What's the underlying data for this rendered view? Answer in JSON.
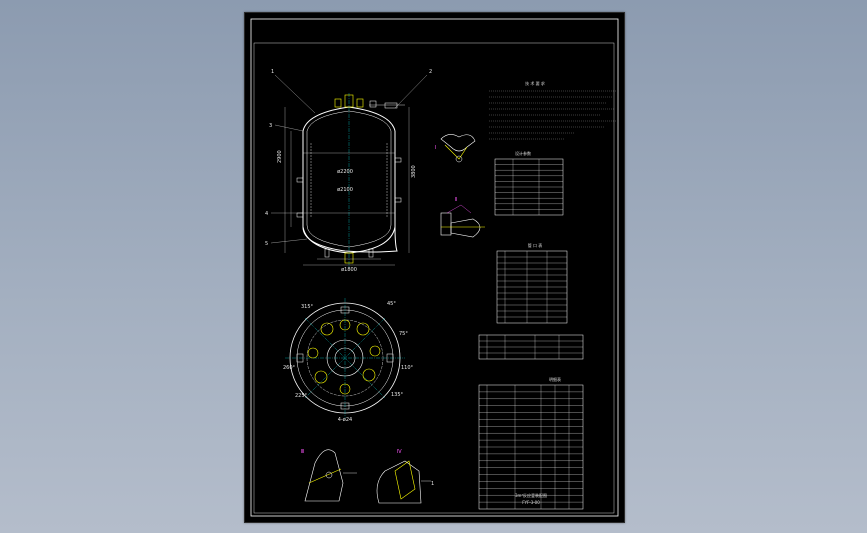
{
  "app": {
    "view_name": "CAD drawing preview",
    "colors": {
      "background_top": "#8c9bb0",
      "sheet": "#000000",
      "line": "#ffffff",
      "highlight": "#ffff00",
      "dimension": "#ff55ff",
      "center": "#00ffff"
    }
  },
  "drawing": {
    "vessel": {
      "labels": {
        "diameter_top": "ø2200",
        "diameter_mid": "ø2100",
        "bottom_dim": "ø1800",
        "height": "3800",
        "side_height": "2900",
        "leader_1": "1",
        "leader_2": "2",
        "leader_3": "3",
        "leader_4": "4",
        "leader_5": "5"
      }
    },
    "plan_view": {
      "angles": [
        "315°",
        "45°",
        "75°",
        "110°",
        "135°",
        "225°",
        "260°"
      ],
      "bottom_label": "4-ø24"
    },
    "notes_title": "技 术 要 求",
    "table_design": {
      "title": "设计参数",
      "rows": 10
    },
    "table_nozzle": {
      "title": "管 口 表",
      "rows": 12
    },
    "table_parts": {
      "title": "明细表",
      "rows": 18
    },
    "title_block": {
      "line1": "3m³反应釜装配图",
      "line2": "FYF-3-00"
    }
  }
}
